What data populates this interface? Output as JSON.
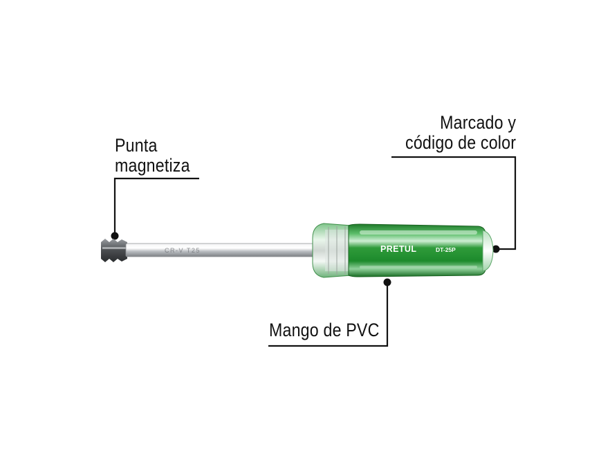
{
  "callouts": {
    "tip": {
      "line1": "Punta",
      "line2": "magnetiza"
    },
    "marking": {
      "line1": "Marcado y",
      "line2": "código de color"
    },
    "handle": {
      "line1": "Mango de PVC"
    }
  },
  "product": {
    "brand": "PRETUL",
    "model": "DT-25P",
    "shaft_engraving": "CR-V T25"
  },
  "colors": {
    "handle_green": "#2f9b3a",
    "handle_light": "#8fd09a",
    "leader_line": "#111111",
    "shaft": "#c9ccd0"
  }
}
